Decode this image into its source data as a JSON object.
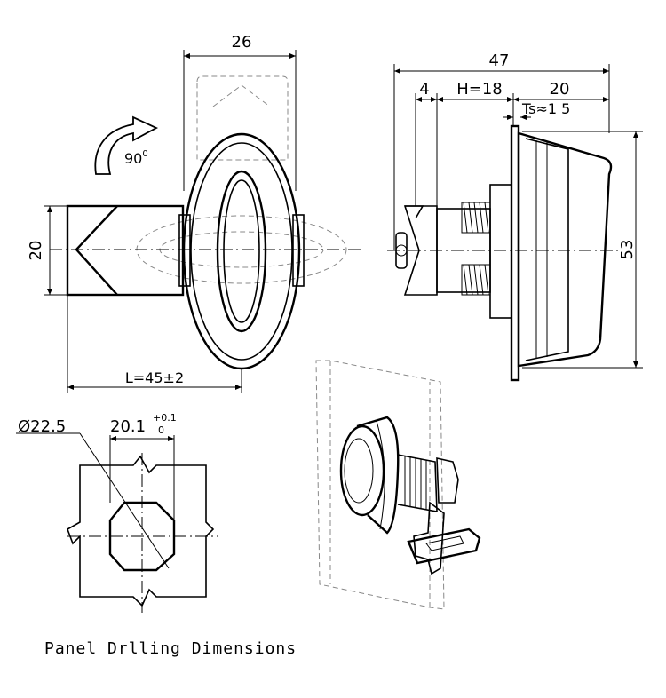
{
  "front_view": {
    "width_dim": "26",
    "height_dim": "20",
    "length_dim": "L=45±2",
    "rotation_label": "90",
    "rotation_sup": "0"
  },
  "side_view": {
    "overall_dim": "47",
    "a_dim": "4",
    "h_dim": "H=18",
    "c_dim": "20",
    "ts_dim": "Ts≈1 5",
    "height_dim": "53"
  },
  "cutout": {
    "diameter": "Ø22.5",
    "flat_width": "20.1",
    "tol_plus": "+0.1",
    "tol_minus": "0"
  },
  "caption": "Panel Drlling Dimensions"
}
